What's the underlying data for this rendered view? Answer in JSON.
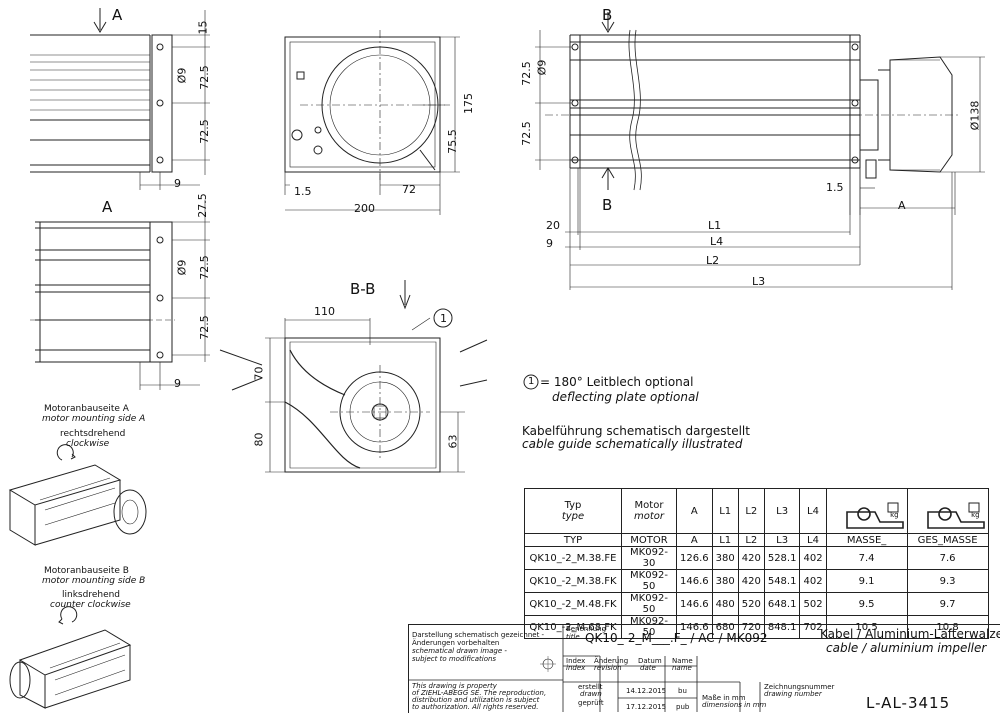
{
  "views": {
    "view_a_top": "A",
    "view_a_side": "A",
    "section": "B-B",
    "section_mark_top": "B",
    "section_mark_bottom": "B"
  },
  "dims": {
    "d15": "15",
    "d9a": "Ø9",
    "d725a": "72.5",
    "d725b": "72.5",
    "d9b": "9",
    "d275": "27.5",
    "d9c": "Ø9",
    "d725c": "72.5",
    "d725d": "72.5",
    "d9d": "9",
    "d175": "175",
    "d755": "75.5",
    "d15f": "1.5",
    "d72": "72",
    "d200": "200",
    "r725a": "72.5",
    "r9": "Ø9",
    "r725b": "72.5",
    "r138": "Ø138",
    "r15": "1.5",
    "rA": "A",
    "r20": "20",
    "r9b": "9",
    "L1": "L1",
    "L4": "L4",
    "L2": "L2",
    "L3": "L3",
    "s110": "110",
    "s70": "70",
    "s80": "80",
    "s63": "63",
    "callout": "1"
  },
  "notes": {
    "callout_num": "1",
    "leitblech": "= 180° Leitblech optional",
    "leitblech_en": "deflecting plate optional",
    "kabel": "Kabelführung schematisch dargestellt",
    "kabel_en": "cable guide schematically illustrated"
  },
  "motor_sides": {
    "a_de": "Motoranbauseite A",
    "a_en": "motor mounting side A",
    "a_rot_de": "rechtsdrehend",
    "a_rot_en": "clockwise",
    "b_de": "Motoranbauseite B",
    "b_en": "motor mounting side B",
    "b_rot_de": "linksdrehend",
    "b_rot_en": "counter clockwise"
  },
  "table": {
    "h_typ": "Typ",
    "h_type": "type",
    "h_motor": "Motor",
    "h_motor2": "motor",
    "h_A": "A",
    "h_L1": "L1",
    "h_L2": "L2",
    "h_L3": "L3",
    "h_L4": "L4",
    "kg1": "kg",
    "kg2": "kg",
    "sub": [
      "TYP",
      "MOTOR",
      "A",
      "L1",
      "L2",
      "L3",
      "L4",
      "MASSE_",
      "GES_MASSE"
    ],
    "rows": [
      [
        "QK10_-2_M.38.FE",
        "MK092-30",
        "126.6",
        "380",
        "420",
        "528.1",
        "402",
        "7.4",
        "7.6"
      ],
      [
        "QK10_-2_M.38.FK",
        "MK092-50",
        "146.6",
        "380",
        "420",
        "548.1",
        "402",
        "9.1",
        "9.3"
      ],
      [
        "QK10_-2_M.48.FK",
        "MK092-50",
        "146.6",
        "480",
        "520",
        "648.1",
        "502",
        "9.5",
        "9.7"
      ],
      [
        "QK10_-2_M.68.FK",
        "MK092-50",
        "146.6",
        "680",
        "720",
        "848.1",
        "702",
        "10.5",
        "10.8"
      ]
    ]
  },
  "titleblock": {
    "disclaimer": [
      "Darstellung schematisch gezeichnet -",
      "Änderungen vorbehalten",
      "schematical drawn image -",
      "subject to modifications"
    ],
    "benennung": "Benennung",
    "title_label": "title",
    "title_code": "QK10_-2_M___.F_ / AC / MK092",
    "title_de": "Kabel / Aluminium-Läfterwalze",
    "title_en": "cable / aluminium impeller",
    "index": "Index",
    "index_en": "index",
    "aenderung": "Änderung",
    "aenderung_en": "revision",
    "datum": "Datum",
    "datum_en": "date",
    "name": "Name",
    "name_en": "name",
    "property": [
      "This drawing is property",
      "of ZIEHL-ABEGG SE.  The reproduction,",
      "distribution and utilization  is subject",
      "to authorization.  All rights reserved."
    ],
    "erstellt": "erstellt",
    "drawn": "drawn",
    "geprueft": "geprüft",
    "date1": "14.12.2015",
    "date2": "17.12.2015",
    "name1": "bu",
    "name2": "pub",
    "masse": "Maße in mm",
    "dims_mm": "dimensions in mm",
    "zeichnungsnummer": "Zeichnungsnummer",
    "drawing_number": "drawing number",
    "number": "L-AL-3415"
  }
}
